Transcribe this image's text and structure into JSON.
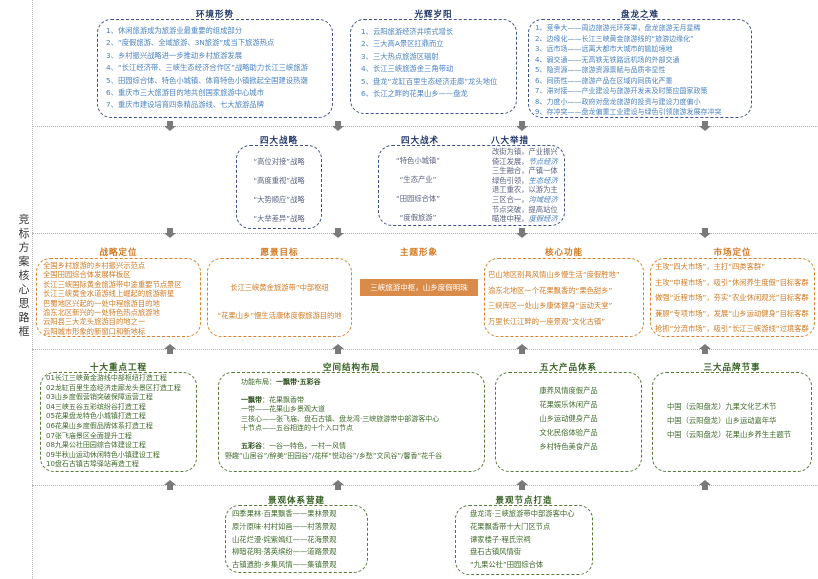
{
  "side_label": "竞标方案核心思路框",
  "environment": {
    "title": "环境形势",
    "items": [
      "1、休闲旅游成为旅游业最重要的组成部分",
      "2、“度假旅游、全域旅游、3N旅游”成当下旅游热点",
      "3、乡村振兴战略进一步推动乡村旅游发展",
      "4、“长江经济带、三峡生态经济合作区”战略助力长江三峡旅游",
      "5、田园综合体、特色小城镇、体育特色小镇掀起全国建设热潮",
      "6、重庆市三大旅游目的地共创国家旅游中心城市",
      "7、重庆市建设培育四条精品游线、七大旅游品牌"
    ]
  },
  "glory": {
    "title": "光辉岁阳",
    "items": [
      "1、云阳旅游经济井喷式增长",
      "2、三大高A景区扛鼎而立",
      "3、三大热点旅游区辐射",
      "4、长江三峡旅游金三角带动",
      "5、盘龙“龙缸百里生态经济走廊”龙头地位",
      "6、长江之畔的花果山乡——盘龙"
    ]
  },
  "panlong": {
    "title": "盘龙之难",
    "items": [
      "1、竞争大——周边旅游光环笼罩，盘龙旅游无月星稀",
      "2、边缘化——长江三峡黄金旅游线的“旅游边缘化”",
      "3、远市场——远离大都市大城市的尴尬境地",
      "4、弱交通——无高铁无铁路远机场的外部交通",
      "5、隐资源——旅游资源禀赋与品质非显性",
      "6、同质性——旅游产品在区域内同质化严重",
      "7、滞对接——产业建设与旅游开发未及时策应国家政策",
      "8、力度小——政府对盘龙旅游的投资与建设力度偏小",
      "9、存冲突——盘龙偏重工业建设与绿色引领旅游发展存冲突"
    ]
  },
  "strategies": {
    "title": "四大战略",
    "items": [
      "“高位对接”战略",
      "“高度重视”战略",
      "“大势顺应”战略",
      "“大举差异”战略"
    ]
  },
  "tactics": {
    "title": "四大战术",
    "items": [
      "“特色小城镇”",
      "“生态产业”",
      "“田园综合体”",
      "“度假旅游”"
    ]
  },
  "measures": {
    "title": "八大举措",
    "lines": [
      {
        "plain": "改街为镇，产业振兴",
        "italic": ""
      },
      {
        "plain": "倚江发展，",
        "italic": "节点经济"
      },
      {
        "plain": "三生融合，产镇一体",
        "italic": ""
      },
      {
        "plain": "绿色引领，",
        "italic": "生态经济"
      },
      {
        "plain": "退工重农，以游为主",
        "italic": ""
      },
      {
        "plain": "三区合一，",
        "italic": "沟域经济"
      },
      {
        "plain": "节点突破，提高站位",
        "italic": ""
      },
      {
        "plain": "瞄准中程，",
        "italic": "度假经济"
      }
    ]
  },
  "positioning": {
    "title": "战略定位",
    "items": [
      "全国乡村旅游的乡村振兴示范点",
      "全国田园综合体发展样板区",
      "长江三峡国际黄金旅游带中途重要节点景区",
      "长江三峡黄金水道游线上崛起的旅游新星",
      "巴蜀地区兴起的一处中程旅游目的地",
      "渝东北区新兴的一处特色热点旅游地",
      "云阳县三大龙头旅游目的地之一",
      "云阳城市形象的新窗口和新地标"
    ]
  },
  "vision": {
    "title": "愿景目标",
    "items": [
      "长江三峡黄金旅游带”中部枢纽",
      "“花果山乡”慢生活康体度假旅游目的地"
    ]
  },
  "theme": {
    "title": "主题形象",
    "text": "三峡旅游中枢，山乡度假明珠"
  },
  "functions": {
    "title": "核心功能",
    "items": [
      "巴山地区别具风情山乡慢生活“度假胜地”",
      "渝东北地区一个花果飘香的“果色甜乡”",
      "三峡库区一处山乡康体健身“运动天堂”",
      "万里长江江畔的一座景观“文化古镇”"
    ]
  },
  "market": {
    "title": "市场定位",
    "items": [
      "主攻“四大市场”，主打“四类客群”",
      "主攻“中程市场”，吸引“休闲养生度假”目标客群",
      "做强“近程市场”，夯实“农业休闲观光”目标客群",
      "兼顾“专项市场”，发展“山乡运动健身”目标客群",
      "抢抓“分流市场”，吸引“长江三峡游线”过境客群"
    ]
  },
  "projects": {
    "title": "十大重点工程",
    "items": [
      "01长江三峡黄金游线中部枢纽打造工程",
      "02龙缸百里生态经济走廊龙头景区打造工程",
      "03山乡度假营销突破保障运营工程",
      "04三峡五谷五彩缤纷谷打造工程",
      "05花果盘龙特色小城镇打造工程",
      "06花果山乡度假品牌体系打造工程",
      "07张飞庙景区全面提升工程",
      "08九果公社田园综合体建设工程",
      "09半秋山运动休闲特色小镇建设工程",
      "10盘石古镇古埠驿站再造工程"
    ]
  },
  "layout": {
    "title": "空间结构布局",
    "func_label": "功能布局：",
    "func_value": "一飘带·五彩谷",
    "band_label": "一飘带",
    "band_value": "：花果飘香带",
    "band_items": [
      "一带——花果山乡景观大道",
      "三核心——张飞庙、盘石古镇、盘龙湾·三峡旅游带中部游客中心",
      "十节点——五谷相连的十个入口节点"
    ],
    "valley_label": "五彩谷",
    "valley_value": "：一谷一特色，一村一风情",
    "valley_items": [
      "野趣“山居谷”/醉美“田园谷”/花样“悦动谷”/乡愁“文风谷”/馨香“花千谷"
    ]
  },
  "products": {
    "title": "五大产品体系",
    "items": [
      "康养风情度假产品",
      "花果娱乐休闲产品",
      "山乡运动健身产品",
      "文化民俗体验产品",
      "乡村特色美食产品"
    ]
  },
  "events": {
    "title": "三大品牌节事",
    "items": [
      "中国（云阳盘龙）九果文化艺术节",
      "中国（云阳盘龙）山乡运动嘉年华",
      "中国（云阳盘龙）花果山乡养生主题节"
    ]
  },
  "landscape": {
    "title": "景观体系营建",
    "items": [
      "四季果林·百果飘香——果林景观",
      "原汁原味·村村如画——村落景观",
      "山花烂漫·姹紫嫣红——花海景观",
      "柳暗花明·落英缤纷——道路景观",
      "古镇遗韵·乡集风情——集镇景观"
    ]
  },
  "nodes": {
    "title": "景观节点打造",
    "items": [
      "盘龙湾·三峡旅游带中部游客中心",
      "花果飘香带十大门区节点",
      "谭家楼子·程氏宗祠",
      "盘石古镇风情街",
      "“九果公社”田园综合体"
    ]
  }
}
